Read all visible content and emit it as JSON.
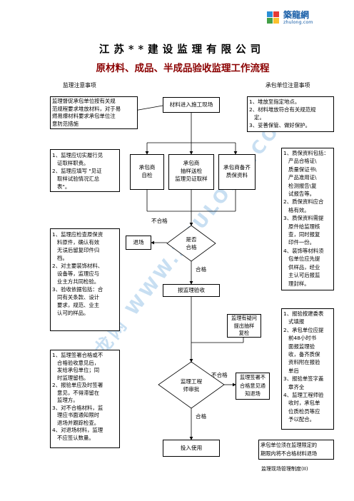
{
  "logo": {
    "brand": "築龍網",
    "domain": "zhulong.com"
  },
  "company": "江苏**建设监理有限公司",
  "title": "原材料、成品、半成品验收监理工作流程",
  "left_header": "监理注意事项",
  "right_header": "承包单位注意事项",
  "left_notes": [
    "监理督促承包单位按有关规\n范规程要求堆放材料，对于易\n燃易爆材料要求承包单位注\n意防范措施",
    "1、监理应切实履行见\n   证取样职责。\n2、监理应填写 \"见证\n   取样试验情况汇总\n   表\"。",
    "1、监理应检查原保资\n   料原件，确认有效\n   无误后留复印件归\n   档。\n2、对主要装饰材料、\n   设备等，监理应与\n   业主方共同检验。\n3、验收依据包括：合\n   同有关条款、设计\n   要求，规范、业主\n   认可的样品。",
    "1、监理签署合格或不\n   合格验收意见后，\n   发给承包单位；同\n   时监理留档。\n2、报验单应及时签署\n   意见，不得滞留在\n   监理方。\n3、对不合格材料，监\n   理应书面通知限时\n   退场并跟踪检查。\n4、对退场材料，监理\n   不应签认数量。"
  ],
  "right_notes": [
    "1、堆放至指定地点。\n2、材料堆放符合有关规范规\n   定。\n3、妥善保管、做好保护。",
    "1、质保资料包括：\n   产品合格证\\\n   质量保证书\\\n   产品准用证\\\n   检测报告\\复\n   试报告等。\n2、质保资料应合\n   格有效。\n3、质保资料需提\n   原件给监理核\n   查，同时报复\n   印件一份。\n4、装饰等材料须\n   包单位应先提\n   供样品，经业\n   主认可后报监\n   理封样。",
    "1、报验按建委表\n   式填报\n2、承包单位应提\n   前48小时书\n   面报监理验\n   收，备齐质保\n   资料附在报验\n   单后\n3、报验单签字盖\n   章齐全\n4、监理工程师验\n   收时，承包单\n   位质检员等应\n   予以配合。",
    "承包单位须在监理限定的\n期限内将不合格材料退场"
  ],
  "flow": {
    "enter": "材料进入施工现场",
    "self_check": "承包商\n自检",
    "sampling": "承包商\n抽样送检\n监理见证取样",
    "docs": "承包商备齐\n质保资料",
    "qualified_q": "是否\n合格",
    "return_site": "退场",
    "not_qualified_label": "不合格",
    "qualified_label": "合格",
    "report": "报监理验收",
    "doubt": "监理有疑问\n提出抽样\n复检",
    "review": "监理工程\n师审批",
    "not_qualified_label2": "不合格",
    "sign_reject": "监理签署不\n合格意见通\n知退场",
    "qualified_label2": "合格",
    "use": "投入使用"
  },
  "footer": "监理现场管理制度(II)",
  "watermark": "筑龙网 WWW.ZHULONG.COM",
  "colors": {
    "title": "#8b0000",
    "watermark": "#6eaadc"
  }
}
